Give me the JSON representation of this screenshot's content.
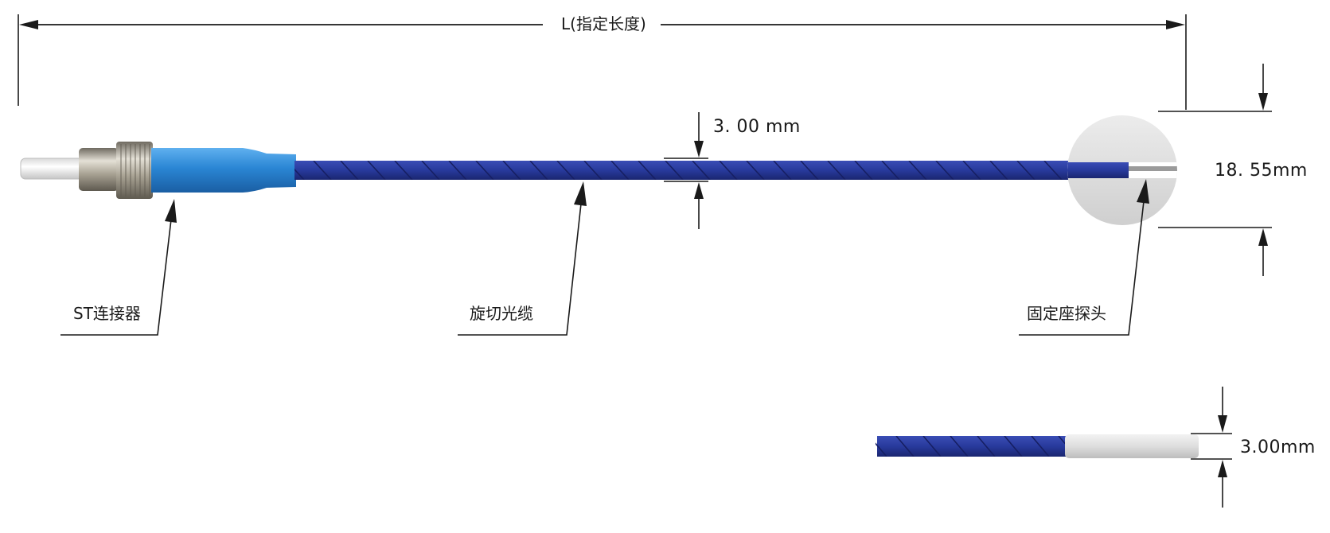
{
  "dimensions": {
    "overall_length": "L(指定长度)",
    "cable_diameter": "3. 00 mm",
    "probe_diameter": "18. 55mm",
    "probe_thickness": "3.00mm"
  },
  "callouts": {
    "st_connector": "ST连接器",
    "cable": "旋切光缆",
    "probe": "固定座探头"
  },
  "colors": {
    "cable": "#283a9c",
    "cable_stripe": "#161f63",
    "connector_boot": "#2a86d4",
    "connector_metal": "#b9b4a8",
    "ferrule": "#eeeeee",
    "probe_body": "#dcdcdc",
    "line": "#1a1a1a"
  }
}
